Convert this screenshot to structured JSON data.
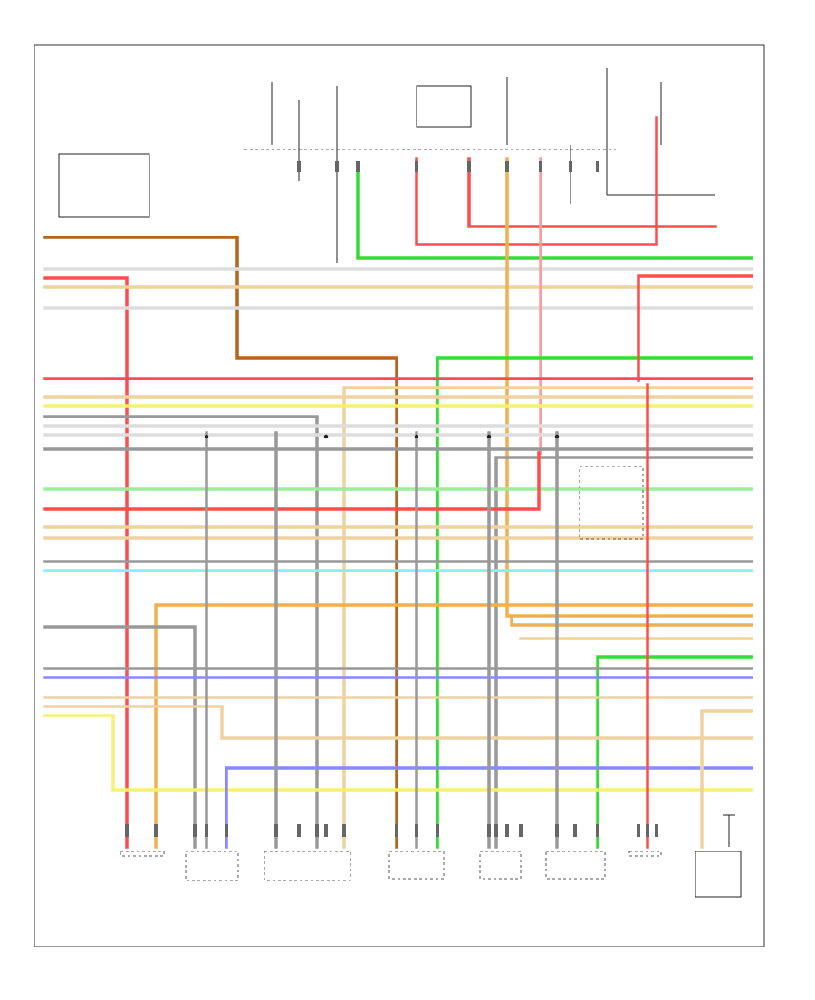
{
  "colors": {
    "red": "#ff4d4d",
    "pink": "#ff9c9c",
    "brown": "#b5651d",
    "green": "#33dd33",
    "lt_green": "#99ee99",
    "orange": "#f0b050",
    "yellow": "#f5f07a",
    "tan": "#eed2a0",
    "white": "#dddddd",
    "gray": "#999999",
    "black": "#333333",
    "blue": "#8888ff",
    "lt_blue": "#88eeff"
  },
  "diagram": {
    "page_label": "",
    "wire_labels_left": [
      "",
      "",
      "",
      "",
      "",
      "",
      "",
      "",
      "",
      "",
      "",
      "",
      "",
      "",
      "",
      "",
      "",
      "",
      "",
      ""
    ],
    "wire_labels_right": [
      "",
      "",
      "",
      "",
      "",
      "",
      "",
      "",
      "",
      "",
      "",
      "",
      "",
      "",
      "",
      "",
      "",
      "",
      "",
      ""
    ],
    "components": [
      {
        "id": "c1",
        "label": ""
      },
      {
        "id": "c2",
        "label": ""
      },
      {
        "id": "c3",
        "label": ""
      },
      {
        "id": "c4",
        "label": ""
      },
      {
        "id": "c5",
        "label": ""
      },
      {
        "id": "c6",
        "label": ""
      },
      {
        "id": "c7",
        "label": ""
      },
      {
        "id": "c8",
        "label": ""
      }
    ]
  }
}
